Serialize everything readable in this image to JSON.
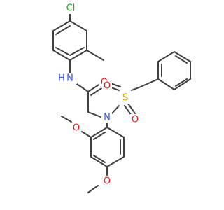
{
  "colors": {
    "bond": "#404040",
    "N": "#3050F8",
    "O": "#FF0D0D",
    "S": "#C8A400",
    "Cl": "#1FAA1F"
  },
  "labels": {
    "cl": "Cl",
    "nh": "N",
    "h": "H",
    "o_carbonyl": "O",
    "n_sulfonamide": "N",
    "s": "S",
    "o_s_left": "O",
    "o_s_bottom": "O",
    "o_methoxy_ortho": "O",
    "o_methoxy_para": "O"
  }
}
